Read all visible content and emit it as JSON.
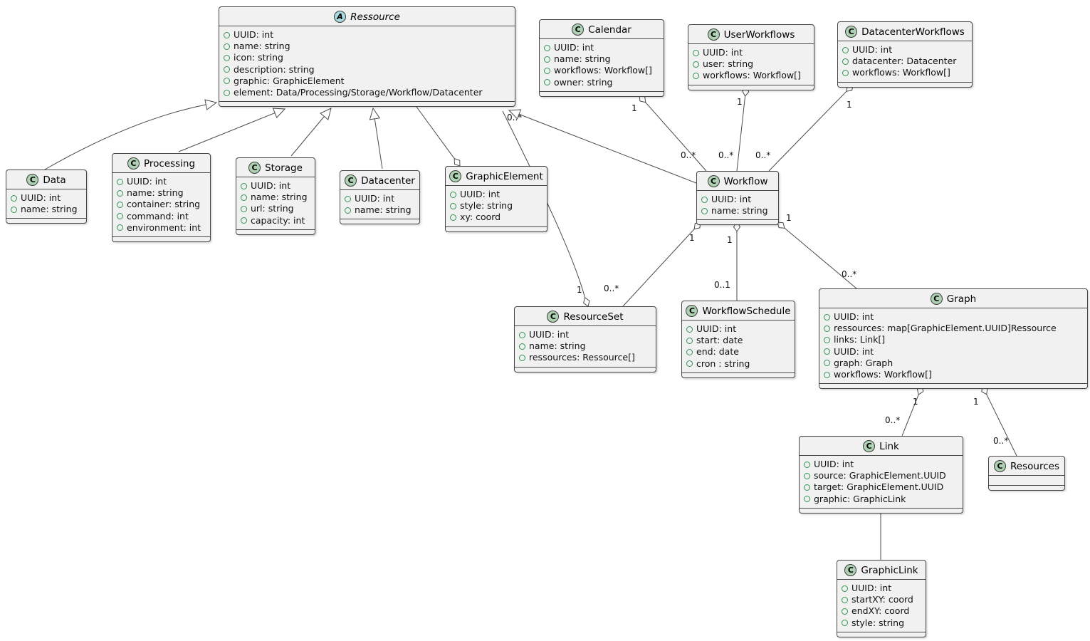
{
  "diagram": {
    "colors": {
      "class_spot_fill": "#ADD1B2",
      "abstract_spot_fill": "#A9DCDF",
      "box_fill": "#F1F1F1",
      "border": "#454645",
      "field_icon": "#2E9450"
    },
    "classes": [
      {
        "id": "ressource",
        "letter": "A",
        "stereotype": "abstract",
        "name": "Ressource",
        "attributes": [
          "UUID: int",
          "name: string",
          "icon: string",
          "description: string",
          "graphic: GraphicElement",
          "element: Data/Processing/Storage/Workflow/Datacenter"
        ]
      },
      {
        "id": "data",
        "letter": "C",
        "stereotype": "class",
        "name": "Data",
        "attributes": [
          "UUID: int",
          "name: string"
        ]
      },
      {
        "id": "processing",
        "letter": "C",
        "stereotype": "class",
        "name": "Processing",
        "attributes": [
          "UUID: int",
          "name: string",
          "container: string",
          "command: int",
          "environment: int"
        ]
      },
      {
        "id": "storage",
        "letter": "C",
        "stereotype": "class",
        "name": "Storage",
        "attributes": [
          "UUID: int",
          "name: string",
          "url: string",
          "capacity: int"
        ]
      },
      {
        "id": "datacenter",
        "letter": "C",
        "stereotype": "class",
        "name": "Datacenter",
        "attributes": [
          "UUID: int",
          "name: string"
        ]
      },
      {
        "id": "graphicelement",
        "letter": "C",
        "stereotype": "class",
        "name": "GraphicElement",
        "attributes": [
          "UUID: int",
          "style: string",
          "xy: coord"
        ]
      },
      {
        "id": "calendar",
        "letter": "C",
        "stereotype": "class",
        "name": "Calendar",
        "attributes": [
          "UUID: int",
          "name: string",
          "workflows: Workflow[]",
          "owner: string"
        ]
      },
      {
        "id": "userworkflows",
        "letter": "C",
        "stereotype": "class",
        "name": "UserWorkflows",
        "attributes": [
          "UUID: int",
          "user: string",
          "workflows: Workflow[]"
        ]
      },
      {
        "id": "datacenterworkflows",
        "letter": "C",
        "stereotype": "class",
        "name": "DatacenterWorkflows",
        "attributes": [
          "UUID: int",
          "datacenter: Datacenter",
          "workflows: Workflow[]"
        ]
      },
      {
        "id": "workflow",
        "letter": "C",
        "stereotype": "class",
        "name": "Workflow",
        "attributes": [
          "UUID: int",
          "name: string"
        ]
      },
      {
        "id": "resourceset",
        "letter": "C",
        "stereotype": "class",
        "name": "ResourceSet",
        "attributes": [
          "UUID: int",
          "name: string",
          "ressources: Ressource[]"
        ]
      },
      {
        "id": "workflowschedule",
        "letter": "C",
        "stereotype": "class",
        "name": "WorkflowSchedule",
        "attributes": [
          "UUID: int",
          "start: date",
          "end: date",
          "cron : string"
        ]
      },
      {
        "id": "graph",
        "letter": "C",
        "stereotype": "class",
        "name": "Graph",
        "attributes": [
          "UUID: int",
          "ressources: map[GraphicElement.UUID]Ressource",
          "links: Link[]",
          "UUID: int",
          "graph: Graph",
          "workflows: Workflow[]"
        ]
      },
      {
        "id": "link",
        "letter": "C",
        "stereotype": "class",
        "name": "Link",
        "attributes": [
          "UUID: int",
          "source: GraphicElement.UUID",
          "target: GraphicElement.UUID",
          "graphic: GraphicLink"
        ]
      },
      {
        "id": "resources",
        "letter": "C",
        "stereotype": "class",
        "name": "Resources",
        "attributes": []
      },
      {
        "id": "graphiclink",
        "letter": "C",
        "stereotype": "class",
        "name": "GraphicLink",
        "attributes": [
          "UUID: int",
          "startXY: coord",
          "endXY: coord",
          "style: string"
        ]
      }
    ],
    "edges": [
      {
        "id": "data-ressource",
        "type": "generalization",
        "child": "Data",
        "parent": "Ressource"
      },
      {
        "id": "processing-ressource",
        "type": "generalization",
        "child": "Processing",
        "parent": "Ressource"
      },
      {
        "id": "storage-ressource",
        "type": "generalization",
        "child": "Storage",
        "parent": "Ressource"
      },
      {
        "id": "datacenter-ressource",
        "type": "generalization",
        "child": "Datacenter",
        "parent": "Ressource"
      },
      {
        "id": "workflow-ressource",
        "type": "generalization",
        "child": "Workflow",
        "parent": "Ressource"
      },
      {
        "id": "graphicelement-ressource",
        "type": "aggregation",
        "whole": "GraphicElement",
        "part": "Ressource",
        "whole_label": "",
        "part_label": ""
      },
      {
        "id": "resourceset-ressource",
        "type": "aggregation",
        "whole": "ResourceSet",
        "part": "Ressource",
        "whole_label": "1",
        "part_label": "0..*"
      },
      {
        "id": "calendar-workflow",
        "type": "aggregation",
        "whole": "Calendar",
        "part": "Workflow",
        "whole_label": "1",
        "part_label": "0..*"
      },
      {
        "id": "userworkflows-workflow",
        "type": "aggregation",
        "whole": "UserWorkflows",
        "part": "Workflow",
        "whole_label": "1",
        "part_label": "0..*"
      },
      {
        "id": "datacenterworkflows-workflow",
        "type": "aggregation",
        "whole": "DatacenterWorkflows",
        "part": "Workflow",
        "whole_label": "1",
        "part_label": "0..*"
      },
      {
        "id": "workflow-resourceset",
        "type": "aggregation",
        "whole": "Workflow",
        "part": "ResourceSet",
        "whole_label": "1",
        "part_label": "0..*"
      },
      {
        "id": "workflow-workflowschedule",
        "type": "aggregation",
        "whole": "Workflow",
        "part": "WorkflowSchedule",
        "whole_label": "1",
        "part_label": "0..1"
      },
      {
        "id": "workflow-graph",
        "type": "aggregation",
        "whole": "Workflow",
        "part": "Graph",
        "whole_label": "1",
        "part_label": "0..*"
      },
      {
        "id": "graph-link",
        "type": "aggregation",
        "whole": "Graph",
        "part": "Link",
        "whole_label": "1",
        "part_label": "0..*"
      },
      {
        "id": "graph-resources",
        "type": "aggregation",
        "whole": "Graph",
        "part": "Resources",
        "whole_label": "1",
        "part_label": "0..*"
      },
      {
        "id": "link-graphiclink",
        "type": "association",
        "from": "Link",
        "to": "GraphicLink"
      }
    ]
  }
}
